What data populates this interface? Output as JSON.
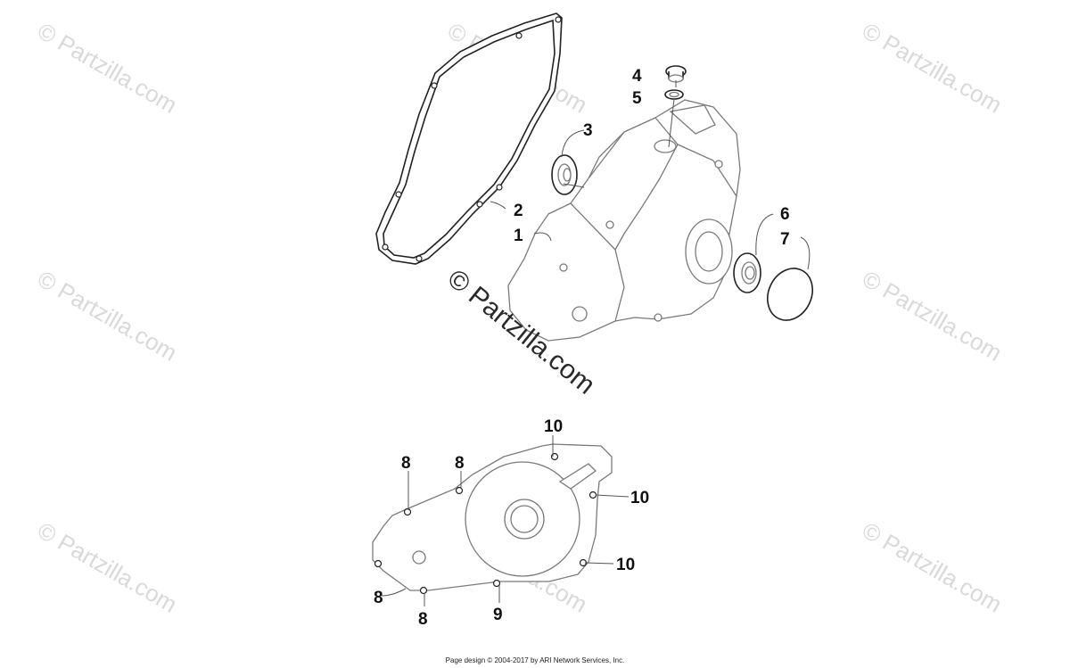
{
  "watermark": "© Partzilla.com",
  "callouts": {
    "c1": "1",
    "c2": "2",
    "c3": "3",
    "c4": "4",
    "c5": "5",
    "c6": "6",
    "c7": "7",
    "c8a": "8",
    "c8b": "8",
    "c8c": "8",
    "c8d": "8",
    "c9": "9",
    "c10a": "10",
    "c10b": "10",
    "c10c": "10"
  },
  "footer": "Page design © 2004-2017 by ARI Network Services, Inc."
}
